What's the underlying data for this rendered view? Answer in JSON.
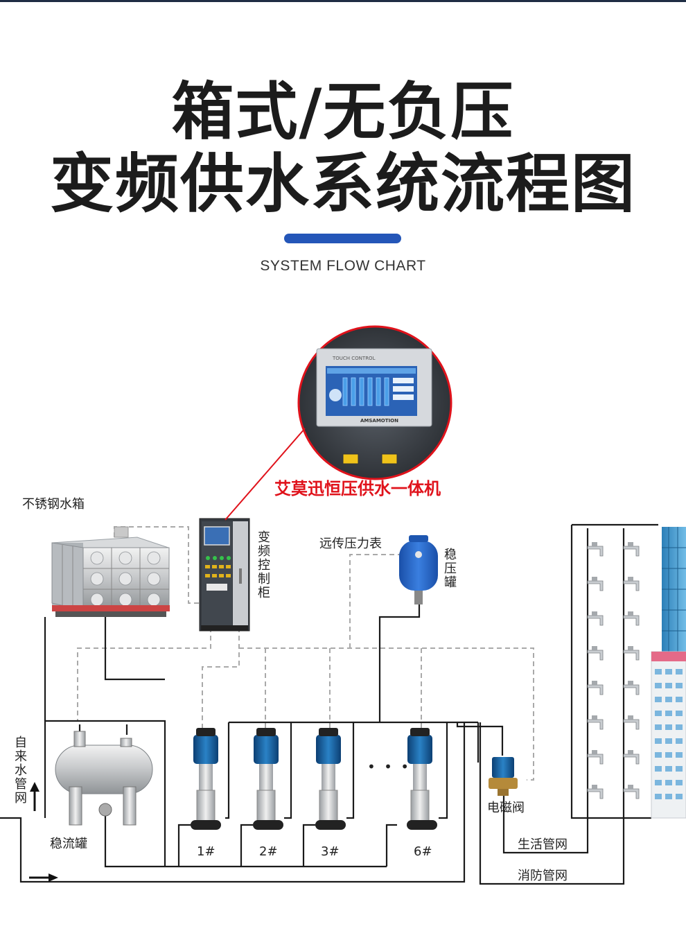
{
  "header": {
    "title_line1": "箱式/无负压",
    "title_line2": "变频供水系统流程图",
    "subtitle": "SYSTEM FLOW CHART",
    "accent_color": "#2456b8"
  },
  "callout": {
    "product_name": "艾莫迅恒压供水一体机",
    "screen_title": "TOUCH CONTROL",
    "brand": "AMSAMOTION",
    "highlight_color": "#e0121b"
  },
  "labels": {
    "water_tank": "不锈钢水箱",
    "control_cabinet": "变频控制柜",
    "remote_gauge": "远传压力表",
    "pressure_tank": "稳压罐",
    "inlet": "自来水管网",
    "buffer_tank": "稳流罐",
    "solenoid_valve": "电磁阀",
    "domestic_network": "生活管网",
    "fire_network": "消防管网",
    "ellipsis": "• • •"
  },
  "pumps": [
    "1#",
    "2#",
    "3#",
    "6#"
  ]
}
